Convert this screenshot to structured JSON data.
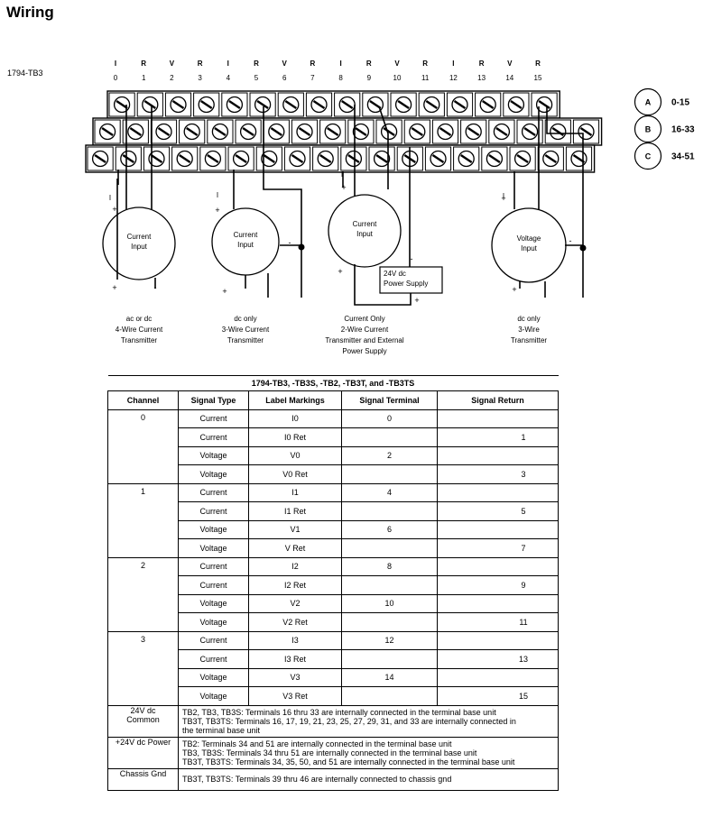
{
  "title": "Wiring",
  "module_label": "1794-TB3",
  "terminal_labels": {
    "types": [
      "I",
      "R",
      "V",
      "R",
      "I",
      "R",
      "V",
      "R",
      "I",
      "R",
      "V",
      "R",
      "I",
      "R",
      "V",
      "R"
    ],
    "numbers": [
      "0",
      "1",
      "2",
      "3",
      "4",
      "5",
      "6",
      "7",
      "8",
      "9",
      "10",
      "11",
      "12",
      "13",
      "14",
      "15"
    ]
  },
  "rows_legend": [
    {
      "letter": "A",
      "range": "0-15"
    },
    {
      "letter": "B",
      "range": "16-33"
    },
    {
      "letter": "C",
      "range": "34-51"
    }
  ],
  "devices": [
    {
      "label": "Current\nInput",
      "caption": "ac or dc\n4-Wire Current\nTransmitter"
    },
    {
      "label": "Current\nInput",
      "caption": "dc only\n3-Wire Current\nTransmitter"
    },
    {
      "label": "Current\nInput",
      "caption": "Current Only\n2-Wire Current\nTransmitter and External\nPower Supply"
    },
    {
      "label": "Voltage\nInput",
      "caption": "dc only\n3-Wire\nTransmitter"
    }
  ],
  "power_supply_label": "24V dc\nPower Supply",
  "table": {
    "title": "1794-TB3,  -TB3S,  -TB2,  -TB3T,  and  -TB3TS",
    "headers": [
      "Channel",
      "Signal Type",
      "Label Markings",
      "Signal Terminal",
      "Signal Return"
    ],
    "channels": [
      {
        "channel": "0",
        "rows": [
          [
            "Current",
            "I0",
            "0",
            ""
          ],
          [
            "Current",
            "I0 Ret",
            "",
            "1"
          ],
          [
            "Voltage",
            "V0",
            "2",
            ""
          ],
          [
            "Voltage",
            "V0 Ret",
            "",
            "3"
          ]
        ]
      },
      {
        "channel": "1",
        "rows": [
          [
            "Current",
            "I1",
            "4",
            ""
          ],
          [
            "Current",
            "I1  Ret",
            "",
            "5"
          ],
          [
            "Voltage",
            "V1",
            "6",
            ""
          ],
          [
            "Voltage",
            "V Ret",
            "",
            "7"
          ]
        ]
      },
      {
        "channel": "2",
        "rows": [
          [
            "Current",
            "I2",
            "8",
            ""
          ],
          [
            "Current",
            "I2  Ret",
            "",
            "9"
          ],
          [
            "Voltage",
            "V2",
            "10",
            ""
          ],
          [
            "Voltage",
            "V2 Ret",
            "",
            "11"
          ]
        ]
      },
      {
        "channel": "3",
        "rows": [
          [
            "Current",
            "I3",
            "12",
            ""
          ],
          [
            "Current",
            "I3 Ret",
            "",
            "13"
          ],
          [
            "Voltage",
            "V3",
            "14",
            ""
          ],
          [
            "Voltage",
            "V3 Ret",
            "",
            "15"
          ]
        ]
      }
    ],
    "notes": [
      {
        "label": "24V dc\nCommon",
        "lines": [
          "TB2, TB3, TB3S: Terminals 16 thru 33 are internally connected in the terminal base unit",
          "TB3T, TB3TS: Terminals 16, 17, 19, 21, 23, 25, 27, 29, 31, and 33 are internally connected in",
          "the terminal base unit"
        ]
      },
      {
        "label": "+24V dc  Power",
        "lines": [
          "TB2: Terminals 34 and 51 are internally connected in the terminal base unit",
          "TB3, TB3S: Terminals 34 thru 51 are internally connected in the terminal base unit",
          "TB3T, TB3TS: Terminals 34, 35, 50, and 51 are internally connected in the terminal base unit"
        ]
      },
      {
        "label": "Chassis  Gnd",
        "lines": [
          "TB3T, TB3TS: Terminals 39 thru 46 are internally connected to chassis gnd"
        ]
      }
    ]
  }
}
